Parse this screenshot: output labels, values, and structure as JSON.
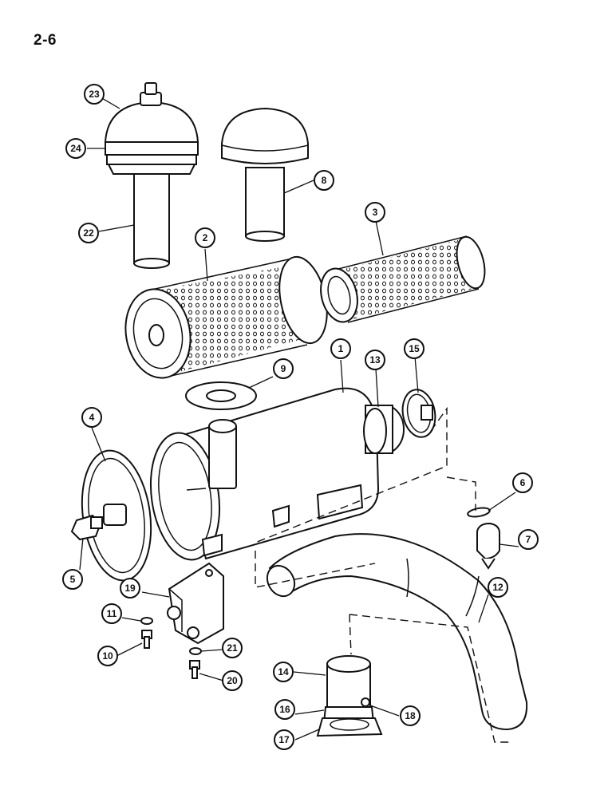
{
  "page": {
    "number": "2-6"
  },
  "colors": {
    "ink": "#111111",
    "paper": "#ffffff"
  },
  "callouts": [
    {
      "id": "1",
      "label": "1"
    },
    {
      "id": "2",
      "label": "2"
    },
    {
      "id": "3",
      "label": "3"
    },
    {
      "id": "4",
      "label": "4"
    },
    {
      "id": "5",
      "label": "5"
    },
    {
      "id": "6",
      "label": "6"
    },
    {
      "id": "7",
      "label": "7"
    },
    {
      "id": "8",
      "label": "8"
    },
    {
      "id": "9",
      "label": "9"
    },
    {
      "id": "10",
      "label": "10"
    },
    {
      "id": "11",
      "label": "11"
    },
    {
      "id": "12",
      "label": "12"
    },
    {
      "id": "13",
      "label": "13"
    },
    {
      "id": "14",
      "label": "14"
    },
    {
      "id": "15",
      "label": "15"
    },
    {
      "id": "16",
      "label": "16"
    },
    {
      "id": "17",
      "label": "17"
    },
    {
      "id": "18",
      "label": "18"
    },
    {
      "id": "19",
      "label": "19"
    },
    {
      "id": "20",
      "label": "20"
    },
    {
      "id": "21",
      "label": "21"
    },
    {
      "id": "22",
      "label": "22"
    },
    {
      "id": "23",
      "label": "23"
    },
    {
      "id": "24",
      "label": "24"
    }
  ]
}
